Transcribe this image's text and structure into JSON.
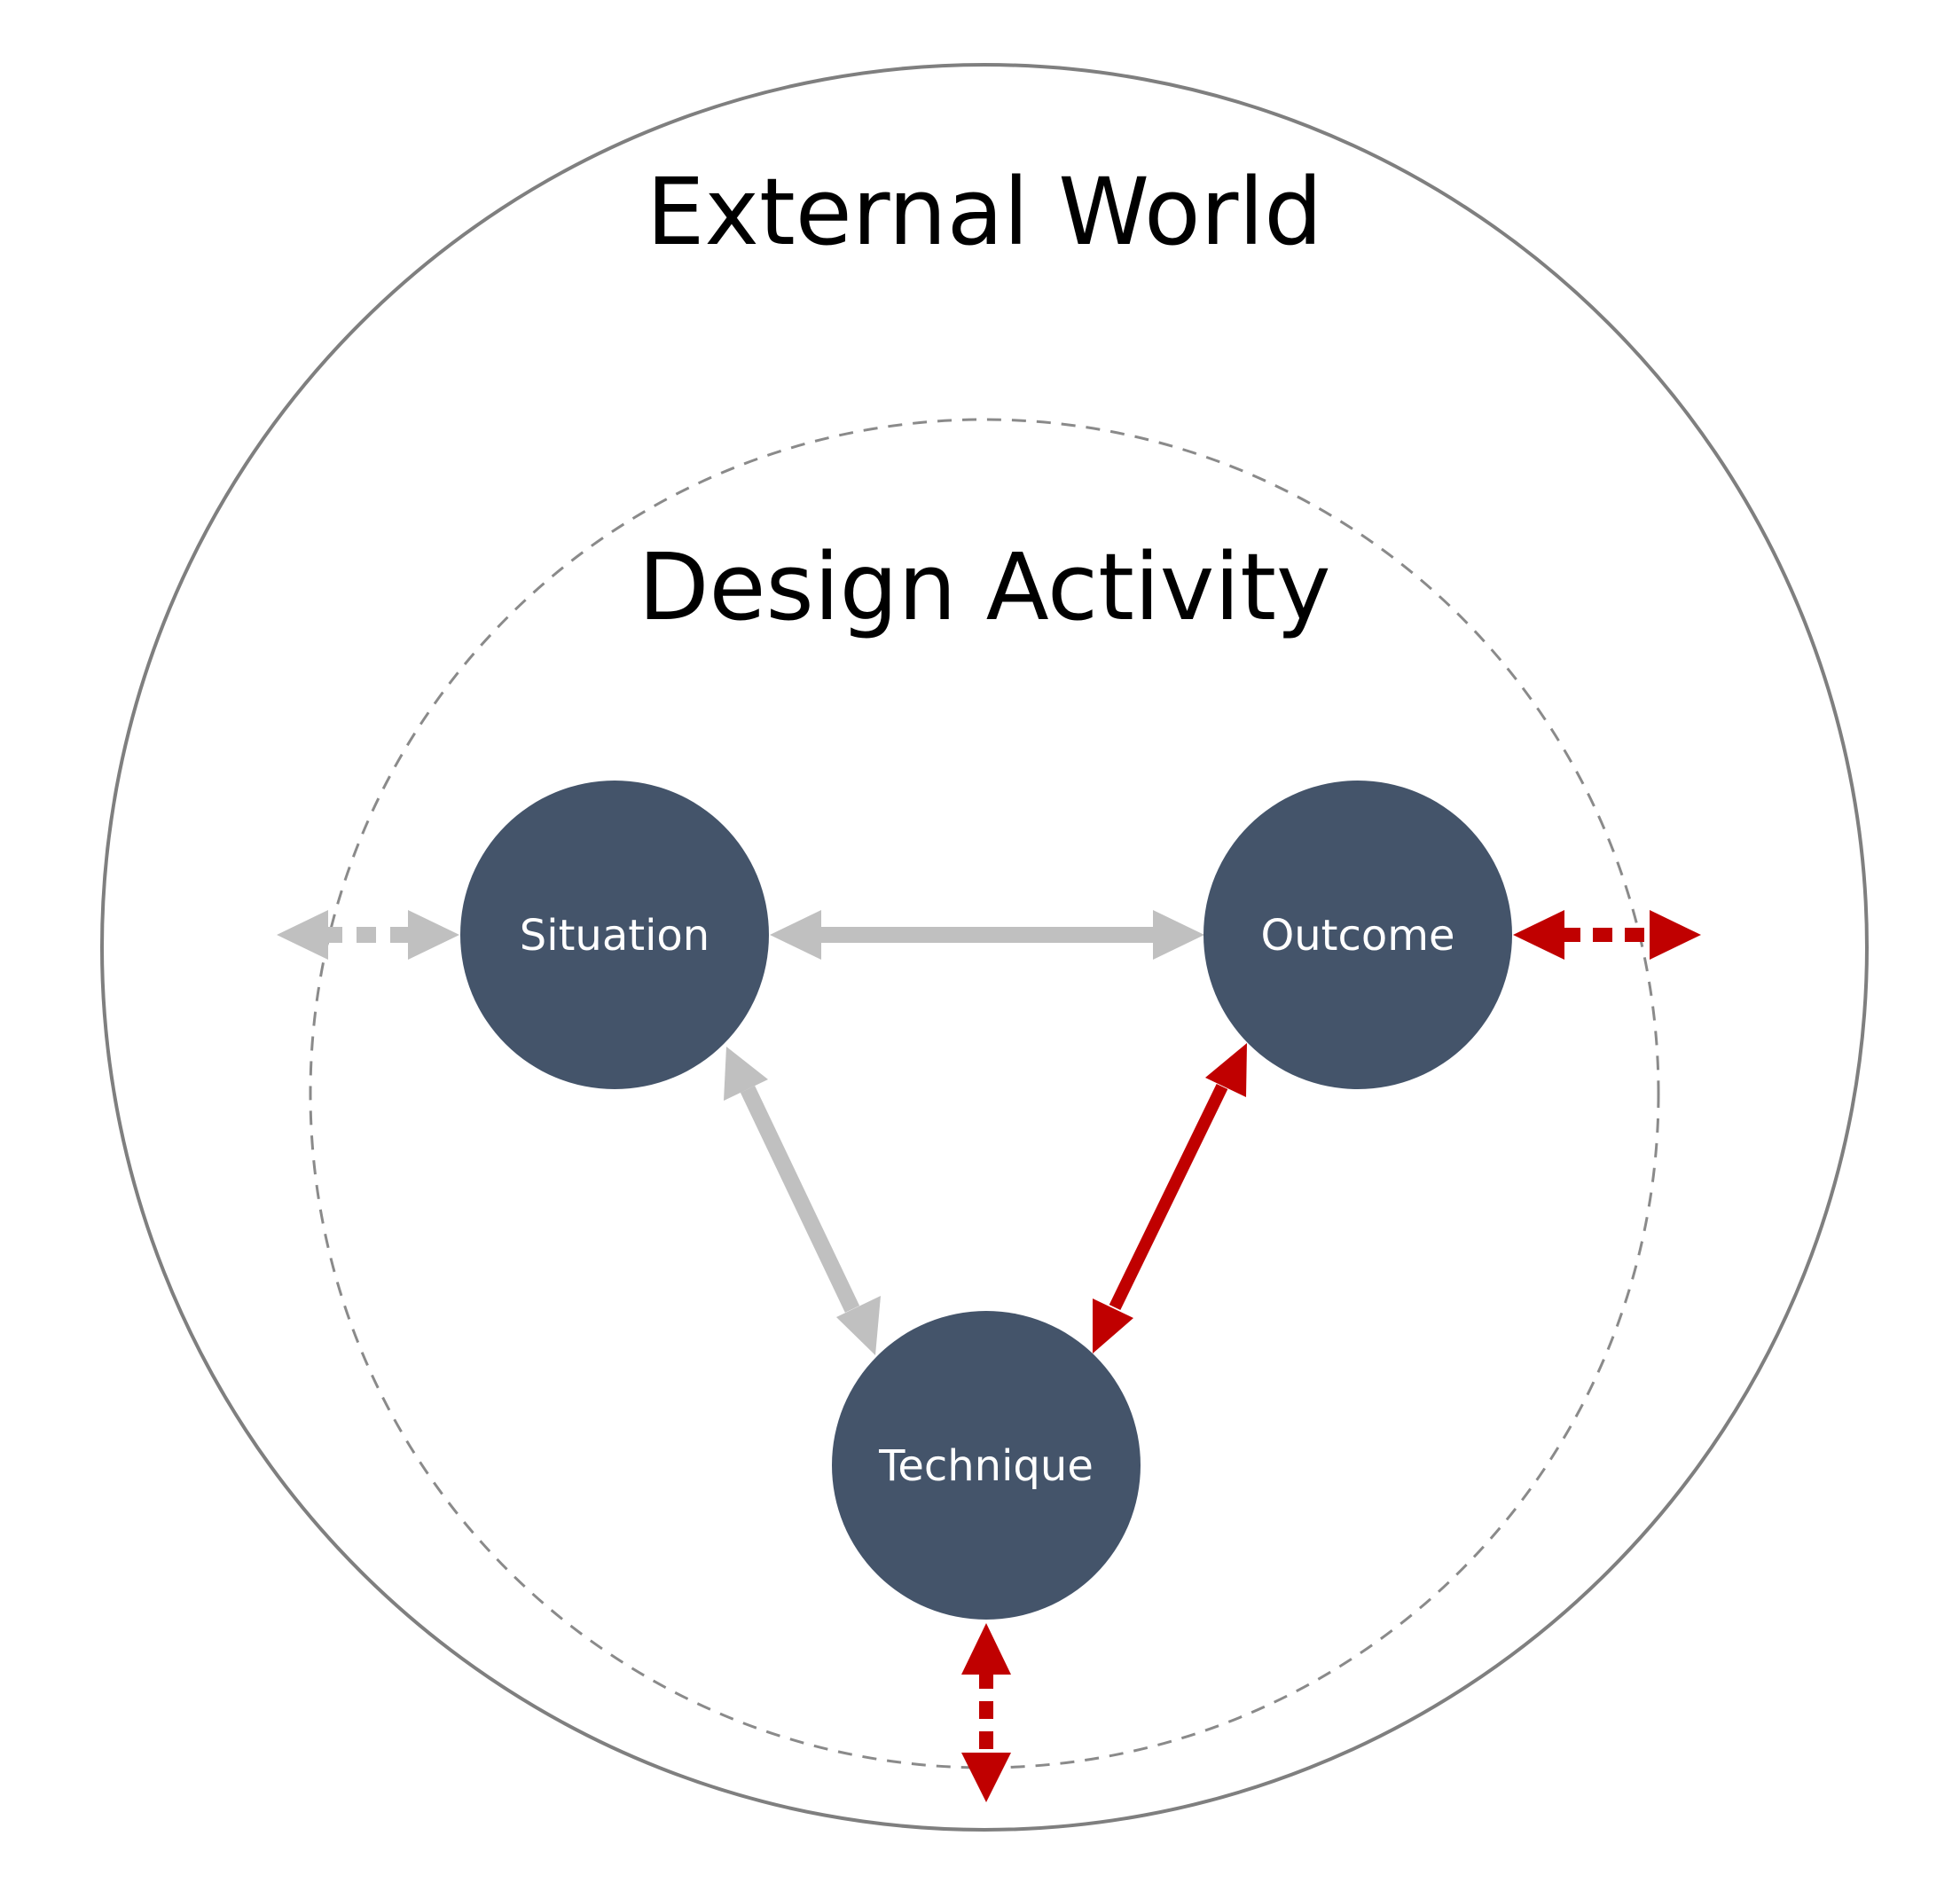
{
  "diagram": {
    "outer_label": "External World",
    "inner_label": "Design Activity",
    "nodes": {
      "situation": "Situation",
      "outcome": "Outcome",
      "technique": "Technique"
    },
    "colors": {
      "node_fill": "#44546a",
      "neutral_arrow": "#c0c0c0",
      "highlight_arrow": "#c00000"
    }
  }
}
